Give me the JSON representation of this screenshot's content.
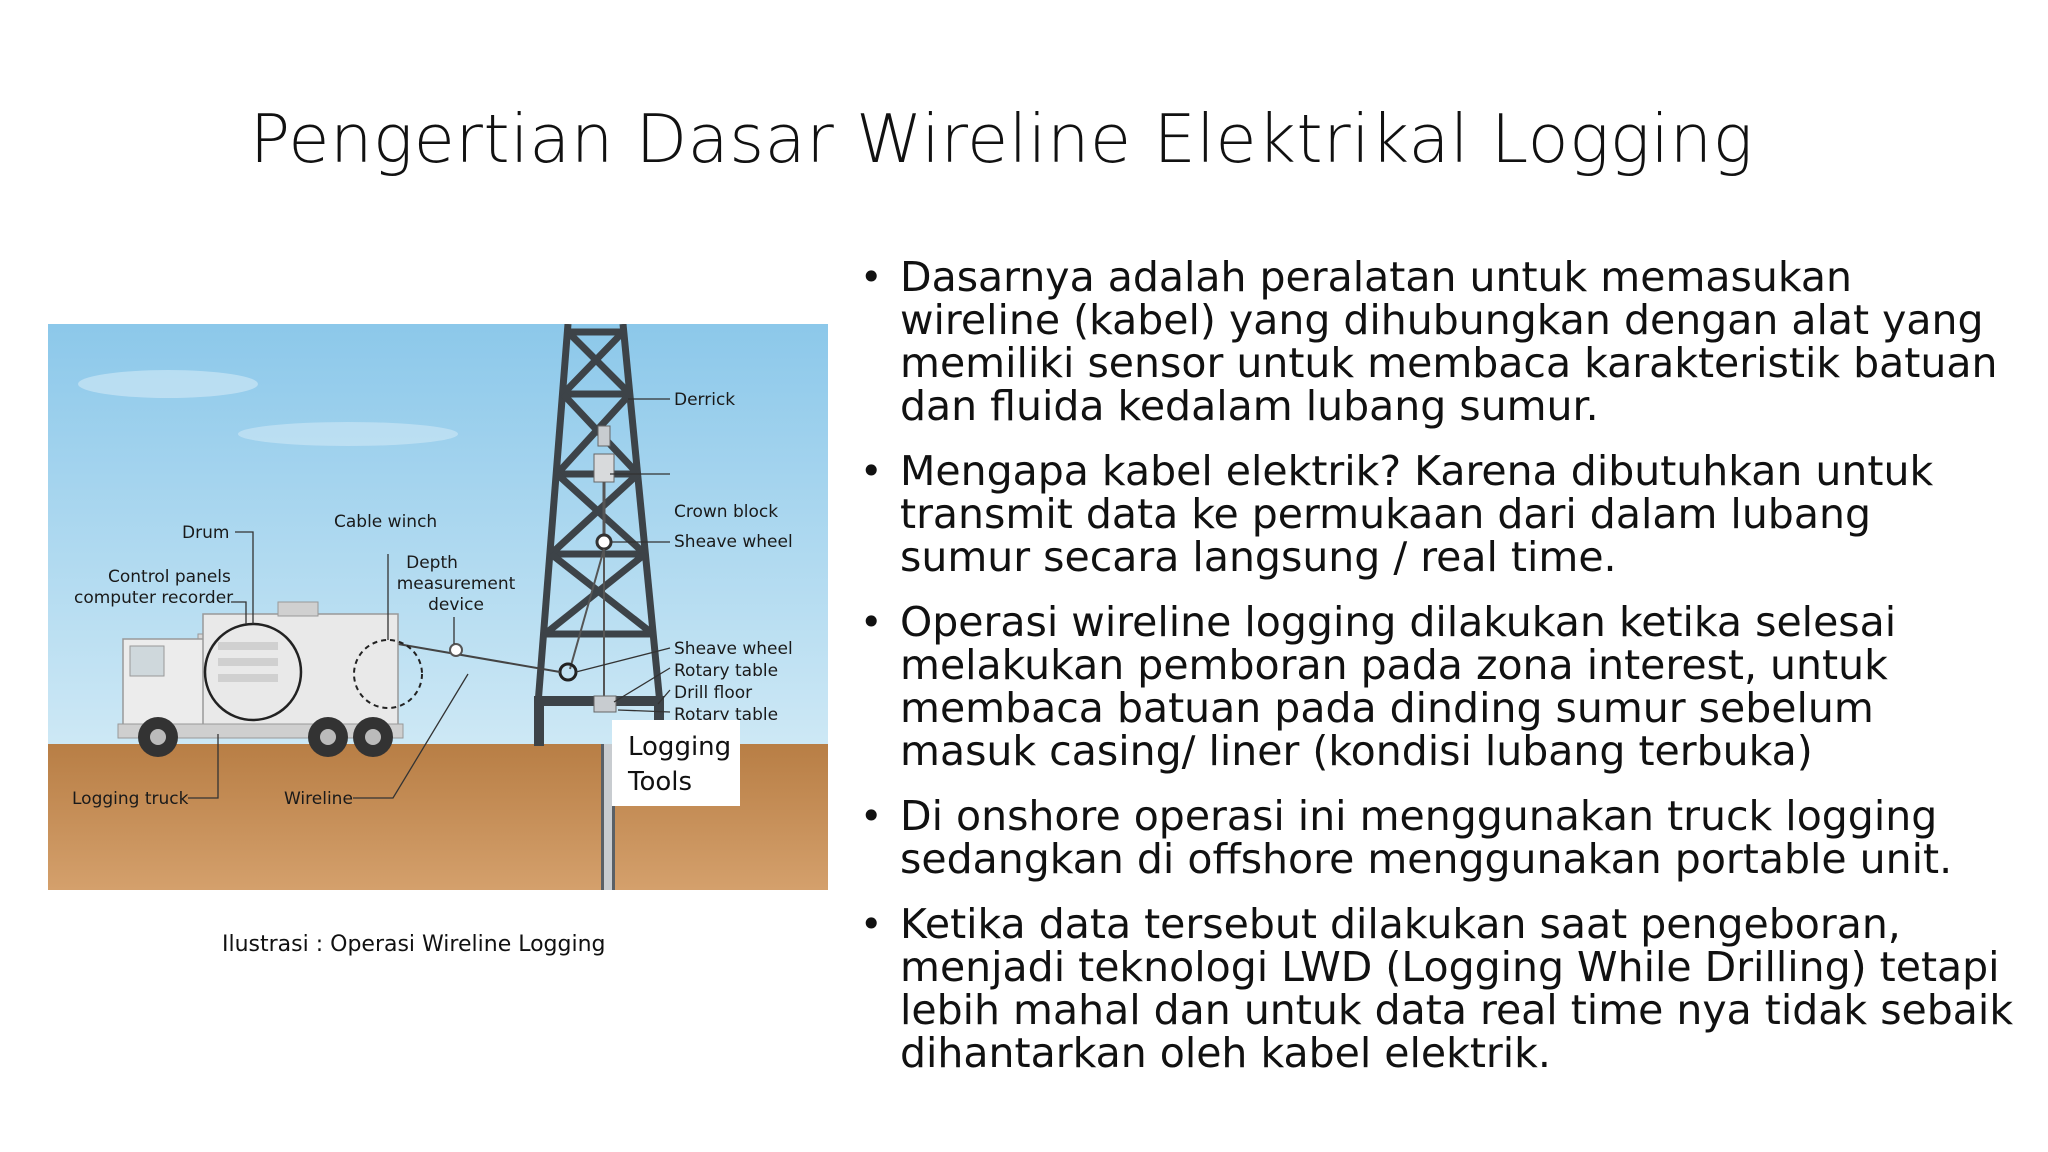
{
  "slide": {
    "title": "Pengertian Dasar Wireline Elektrikal Logging"
  },
  "illustration": {
    "labels": {
      "derrick": "Derrick",
      "crown_block": "Crown block",
      "sheave_wheel_top": "Sheave wheel",
      "drum": "Drum",
      "cable_winch": "Cable winch",
      "depth_1": "Depth",
      "depth_2": "measurement",
      "depth_3": "device",
      "control_1": "Control panels",
      "control_2": "computer recorder",
      "sheave_wheel_bottom": "Sheave wheel",
      "rotary_table_1": "Rotary table",
      "drill_floor": "Drill floor",
      "rotary_table_2": "Rotary table",
      "logging_truck": "Logging truck",
      "wireline": "Wireline"
    },
    "tools_box": {
      "line1": "Logging",
      "line2": "Tools"
    },
    "caption": "Ilustrasi : Operasi Wireline Logging",
    "colors": {
      "sky": "#a9d6ee",
      "ground": "#c9915a",
      "derrick": "#3d4348",
      "truck": "#e6e6e6"
    }
  },
  "bullets": [
    {
      "lines": [
        "Dasarnya adalah peralatan untuk memasukan",
        "wireline (kabel) yang dihubungkan dengan alat yang",
        "memiliki sensor untuk membaca karakteristik batuan",
        "dan fluida kedalam lubang sumur."
      ]
    },
    {
      "lines": [
        "Mengapa kabel elektrik? Karena dibutuhkan untuk",
        "transmit data ke permukaan dari dalam lubang",
        "sumur secara langsung / real time."
      ]
    },
    {
      "lines": [
        "Operasi wireline logging dilakukan ketika selesai",
        "melakukan pemboran pada zona interest, untuk",
        "membaca batuan pada dinding sumur sebelum",
        "masuk casing/ liner (kondisi lubang terbuka)"
      ]
    },
    {
      "lines": [
        "Di onshore operasi ini menggunakan truck logging",
        "sedangkan di offshore menggunakan portable unit."
      ]
    },
    {
      "lines": [
        "Ketika data tersebut dilakukan saat pengeboran,",
        "menjadi teknologi LWD (Logging While Drilling) tetapi",
        "lebih mahal dan untuk data real time nya tidak sebaik",
        "dihantarkan oleh kabel elektrik."
      ]
    }
  ],
  "bullet_symbol": "•"
}
